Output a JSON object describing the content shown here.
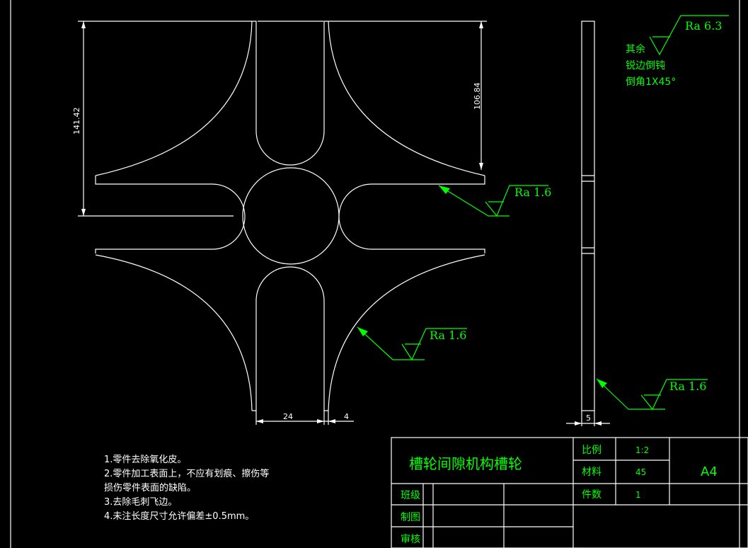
{
  "dimensions": {
    "height_total": "141.42",
    "height_slot": "106.84",
    "width_slot": "24",
    "gap": "4",
    "thickness": "5"
  },
  "roughness": {
    "main": "Ra 6.3",
    "slot": "Ra 1.6",
    "arc": "Ra 1.6",
    "side": "Ra 1.6"
  },
  "general_note": [
    "其余",
    "锐边倒钝",
    "倒角1X45°"
  ],
  "tech_notes": [
    "1.零件去除氧化皮。",
    "2.零件加工表面上，不应有划痕、擦伤等",
    "损伤零件表面的缺陷。",
    "3.去除毛刺飞边。",
    "4.未注长度尺寸允许偏差±0.5mm。"
  ],
  "title_block": {
    "title": "槽轮间隙机构槽轮",
    "scale_label": "比例",
    "scale_value": "1:2",
    "material_label": "材料",
    "material_value": "45",
    "count_label": "件数",
    "count_value": "1",
    "sheet_size": "A4",
    "class_label": "班级",
    "drawn_label": "制图",
    "check_label": "审核"
  },
  "colors": {
    "background": "#000000",
    "geometry": "#ffffff",
    "annotation": "#00ff00"
  }
}
